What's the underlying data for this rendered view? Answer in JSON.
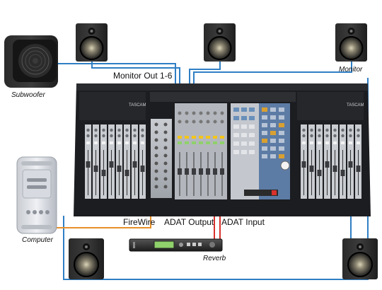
{
  "labels": {
    "subwoofer": "Subwoofer",
    "monitor": "Monitor",
    "monitor_out": "Monitor Out 1-6",
    "computer": "Computer",
    "firewire": "FireWire",
    "adat_output": "ADAT Output",
    "adat_input": "ADAT Input",
    "reverb": "Reverb"
  },
  "console_brand": "TASCAM",
  "colors": {
    "monitor_cable": "#2f7fc4",
    "firewire_cable": "#e8902a",
    "adat_cable": "#d9312b",
    "console_body": "#1c1d20"
  }
}
